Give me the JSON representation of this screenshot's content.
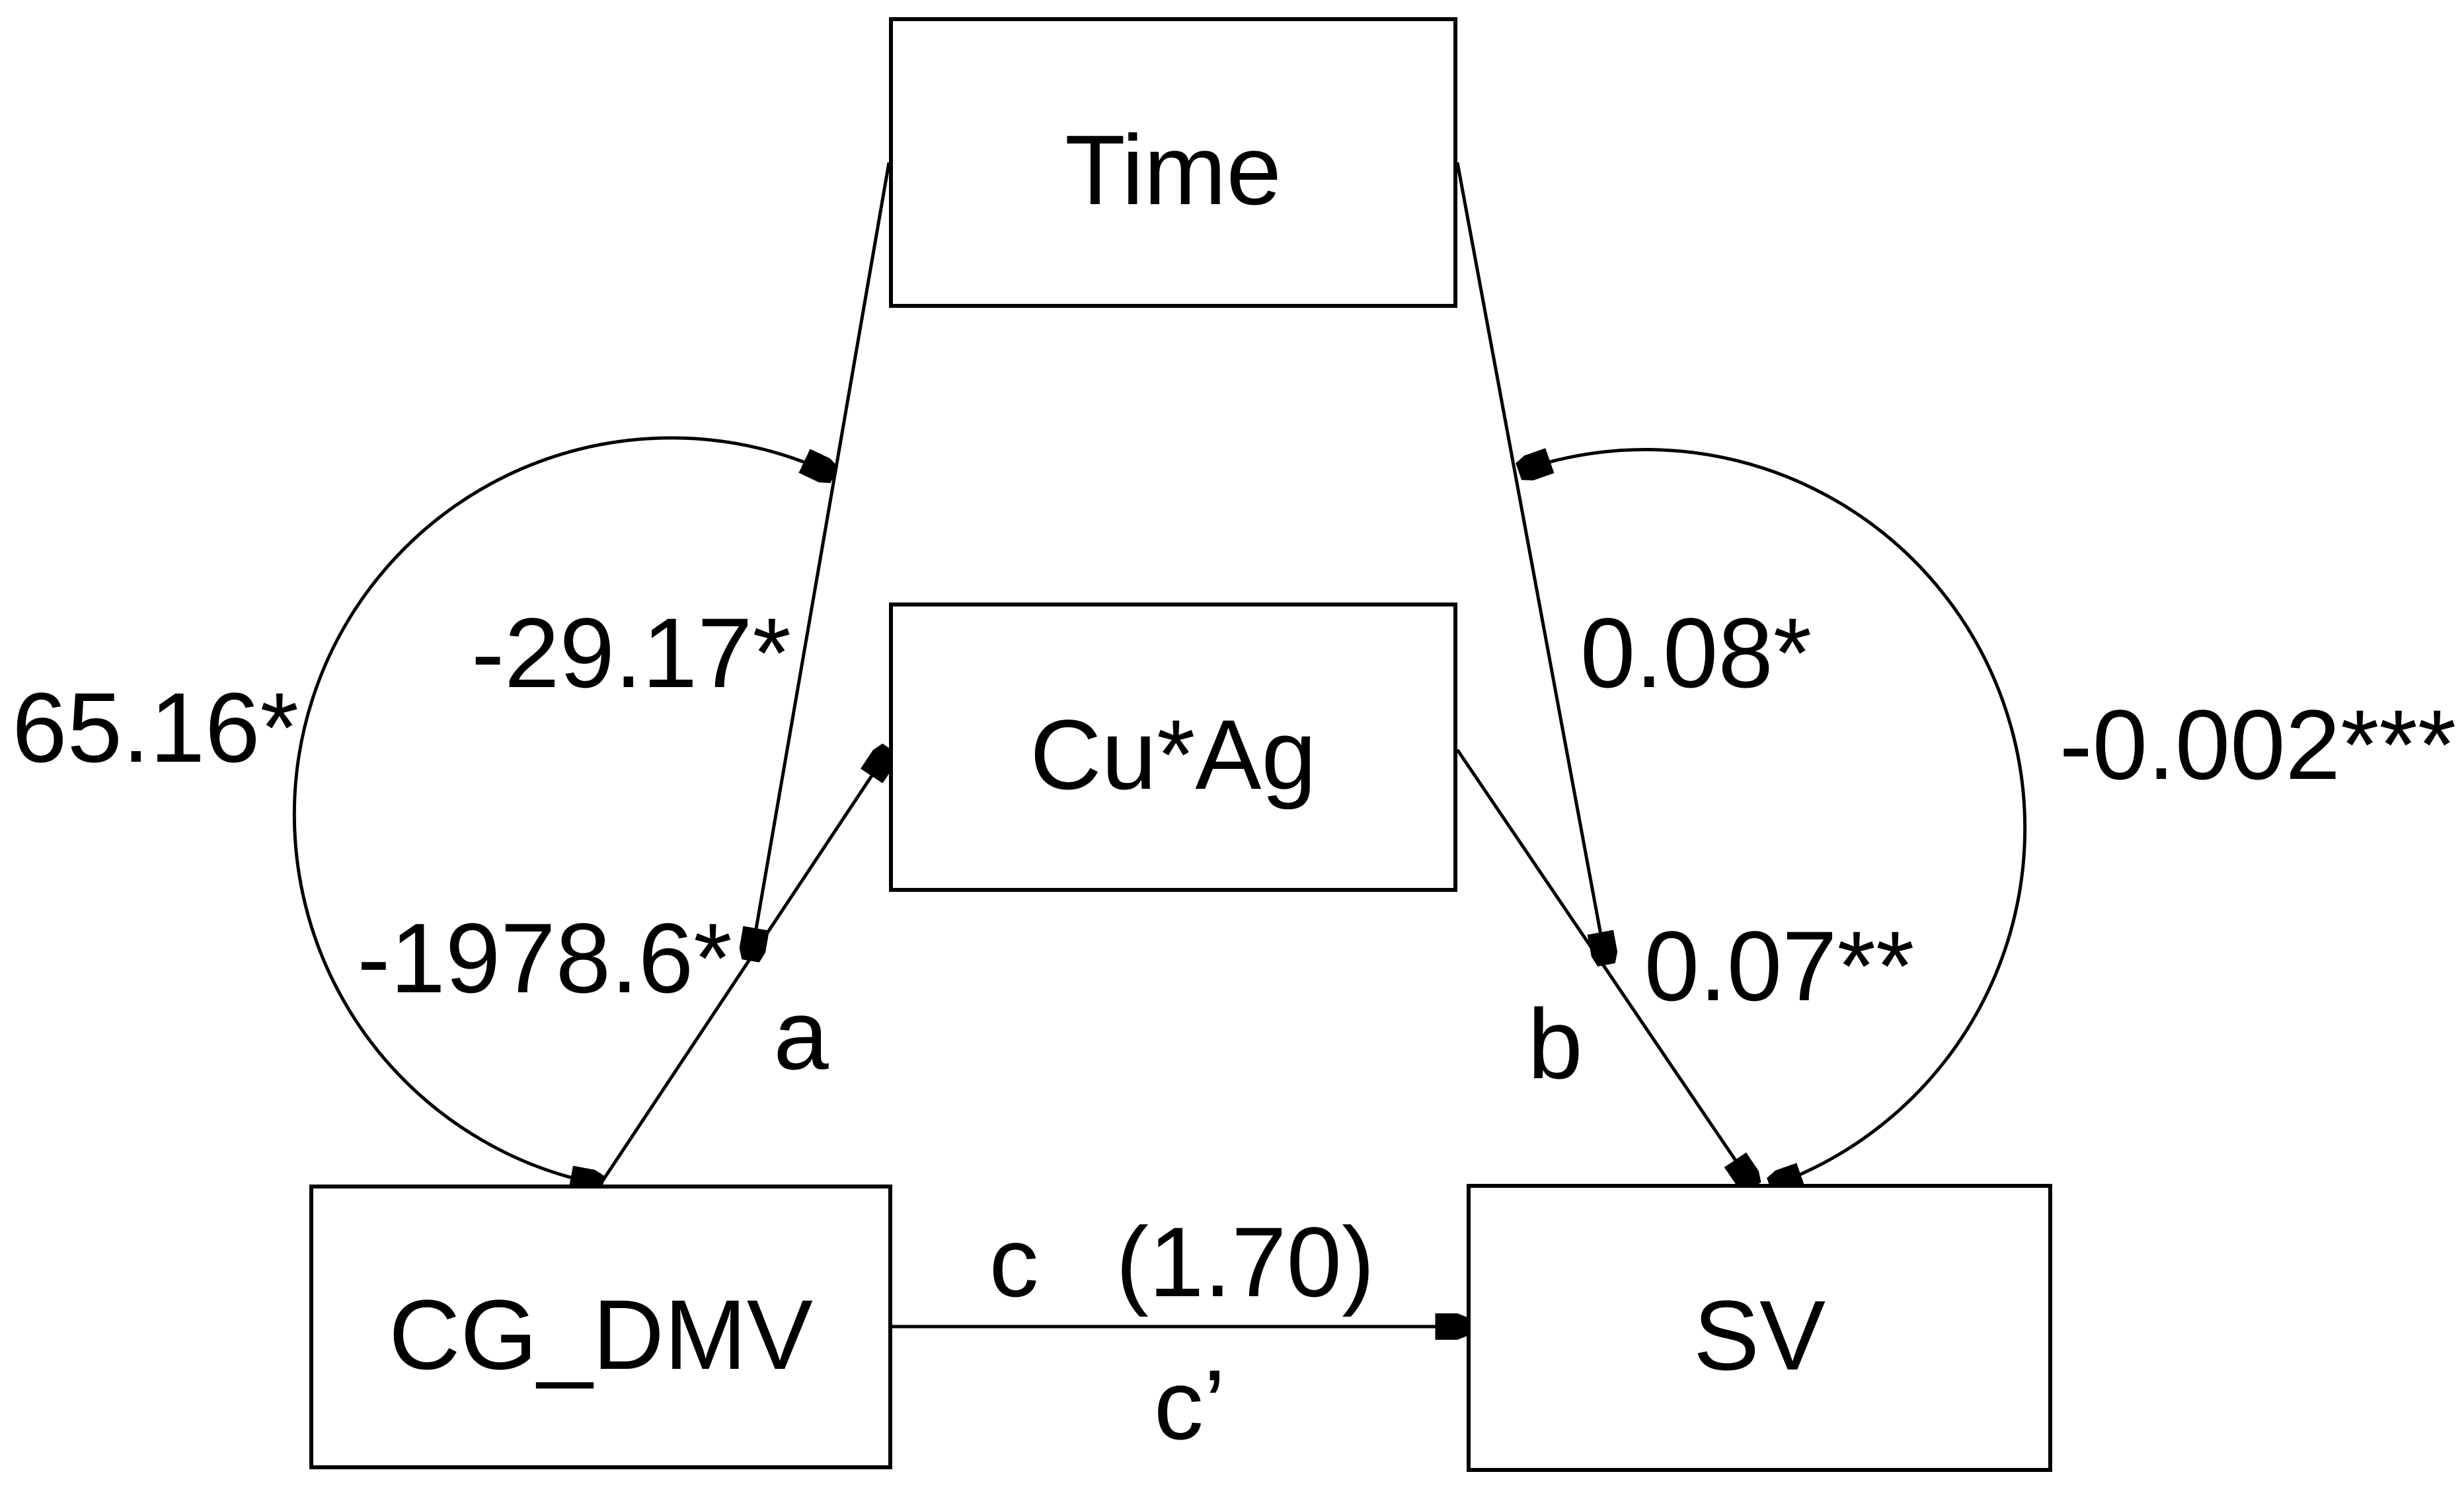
{
  "colors": {
    "ink": "#000000",
    "background": "#ffffff"
  },
  "diagram": {
    "nodes": {
      "time": {
        "label": "Time"
      },
      "cuag": {
        "label": "Cu*Ag"
      },
      "cgdmv": {
        "label": "CG_DMV"
      },
      "sv": {
        "label": "SV"
      }
    },
    "edge_labels": {
      "cov_left": "65.16*",
      "time_to_a": "-29.17*",
      "a_coef": "-1978.6*",
      "a": "a",
      "time_to_b": "0.08*",
      "b_coef": "0.07**",
      "b": "b",
      "cov_right": "-0.002***",
      "c": "c",
      "c_value": "(1.70)",
      "c_prime": "c’"
    }
  }
}
